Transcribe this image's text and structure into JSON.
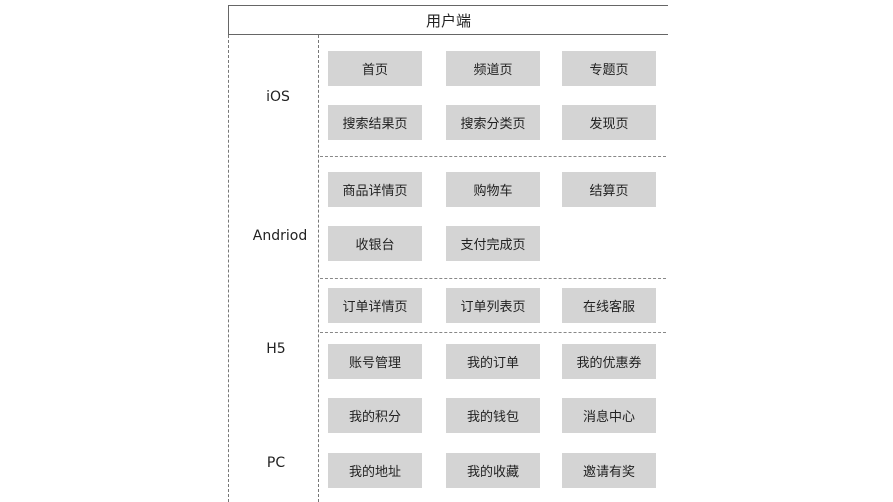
{
  "title": "用户端",
  "platforms": {
    "ios": "iOS",
    "android": "Andriod",
    "h5": "H5",
    "pc": "PC"
  },
  "pages": {
    "home": "首页",
    "channel": "频道页",
    "topic": "专题页",
    "search_results": "搜索结果页",
    "search_category": "搜索分类页",
    "discover": "发现页",
    "product_detail": "商品详情页",
    "cart": "购物车",
    "checkout": "结算页",
    "cashier": "收银台",
    "payment_complete": "支付完成页",
    "order_detail": "订单详情页",
    "order_list": "订单列表页",
    "online_service": "在线客服",
    "account_management": "账号管理",
    "my_orders": "我的订单",
    "my_coupons": "我的优惠券",
    "my_points": "我的积分",
    "my_wallet": "我的钱包",
    "message_center": "消息中心",
    "my_address": "我的地址",
    "my_favorites": "我的收藏",
    "invite_rewards": "邀请有奖"
  }
}
